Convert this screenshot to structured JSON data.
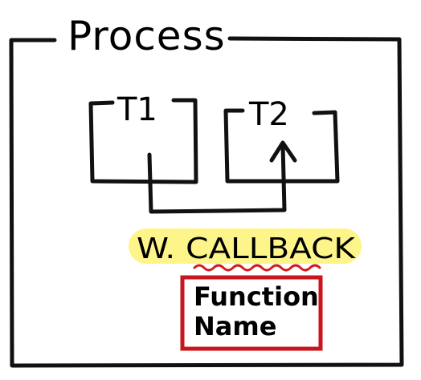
{
  "diagram": {
    "title": "Process",
    "threads": [
      {
        "label": "T1"
      },
      {
        "label": "T2"
      }
    ],
    "highlight_label": "W. CALLBACK",
    "note_lines": [
      "Function",
      "Name"
    ],
    "colors": {
      "ink": "#111111",
      "highlight": "#fdf58a",
      "note_border": "#c8161d",
      "squiggle": "#d41c1c"
    }
  }
}
